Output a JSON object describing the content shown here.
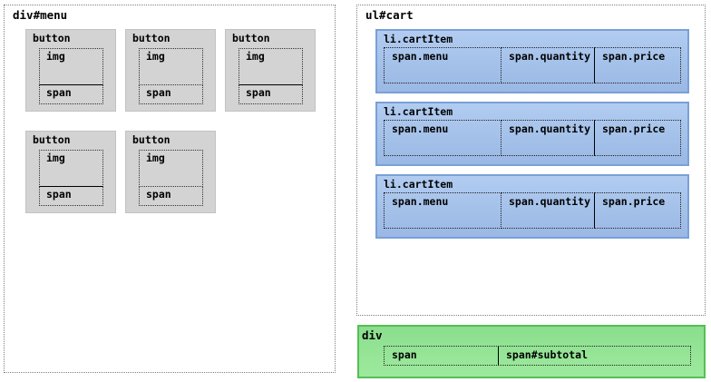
{
  "menu": {
    "label": "div#menu",
    "buttons": [
      {
        "label": "button",
        "img": "img",
        "span": "span"
      },
      {
        "label": "button",
        "img": "img",
        "span": "span"
      },
      {
        "label": "button",
        "img": "img",
        "span": "span"
      },
      {
        "label": "button",
        "img": "img",
        "span": "span"
      },
      {
        "label": "button",
        "img": "img",
        "span": "span"
      }
    ]
  },
  "cart": {
    "label": "ul#cart",
    "items": [
      {
        "label": "li.cartItem",
        "menu": "span.menu",
        "quantity": "span.quantity",
        "price": "span.price"
      },
      {
        "label": "li.cartItem",
        "menu": "span.menu",
        "quantity": "span.quantity",
        "price": "span.price"
      },
      {
        "label": "li.cartItem",
        "menu": "span.menu",
        "quantity": "span.quantity",
        "price": "span.price"
      }
    ]
  },
  "subtotal": {
    "label": "div",
    "span": "span",
    "value": "span#subtotal"
  },
  "colors": {
    "button_bg": "#d3d3d3",
    "cart_item_bg": "#a5c2ea",
    "cart_item_border": "#79a0d8",
    "subtotal_bg": "#96e597",
    "subtotal_border": "#55bf55",
    "dotted_outline": "#808080"
  }
}
